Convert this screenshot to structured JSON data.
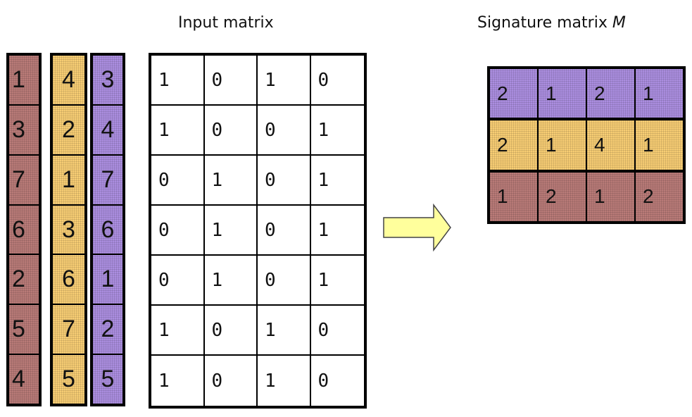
{
  "titles": {
    "input": "Input matrix",
    "signature_prefix": "Signature matrix ",
    "signature_var": "M"
  },
  "colors": {
    "brown": "#b97b78",
    "yellow": "#f7cd74",
    "purple": "#ab8ee0",
    "arrow_fill": "#ffff9c",
    "arrow_stroke": "#444444"
  },
  "permutations": [
    {
      "color": "brown",
      "values": [
        "1",
        "3",
        "7",
        "6",
        "2",
        "5",
        "4"
      ]
    },
    {
      "color": "yellow",
      "values": [
        "4",
        "2",
        "1",
        "3",
        "6",
        "7",
        "5"
      ]
    },
    {
      "color": "purple",
      "values": [
        "3",
        "4",
        "7",
        "6",
        "1",
        "2",
        "5"
      ]
    }
  ],
  "input_matrix": [
    [
      "1",
      "0",
      "1",
      "0"
    ],
    [
      "1",
      "0",
      "0",
      "1"
    ],
    [
      "0",
      "1",
      "0",
      "1"
    ],
    [
      "0",
      "1",
      "0",
      "1"
    ],
    [
      "0",
      "1",
      "0",
      "1"
    ],
    [
      "1",
      "0",
      "1",
      "0"
    ],
    [
      "1",
      "0",
      "1",
      "0"
    ]
  ],
  "signature_matrix": [
    {
      "color": "purple",
      "values": [
        "2",
        "1",
        "2",
        "1"
      ]
    },
    {
      "color": "yellow",
      "values": [
        "2",
        "1",
        "4",
        "1"
      ]
    },
    {
      "color": "brown",
      "values": [
        "1",
        "2",
        "1",
        "2"
      ]
    }
  ]
}
